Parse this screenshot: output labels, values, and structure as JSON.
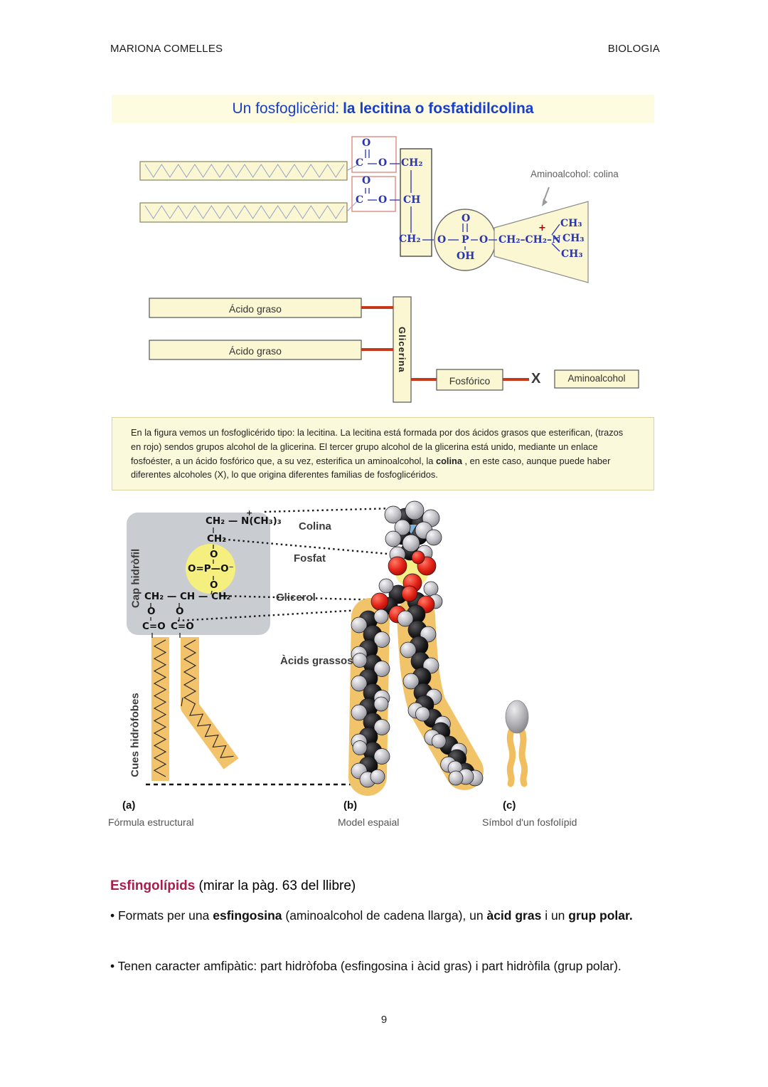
{
  "header": {
    "left": "MARIONA COMELLES",
    "right": "BIOLOGIA"
  },
  "fig1": {
    "title": {
      "prefix": "Un fosfoglicèrid:",
      "bold": "la lecitina o fosfatidilcolina"
    },
    "aminoalcohol_note": "Aminoalcohol: colina",
    "choline_chain": "CH₂–CH₂–N",
    "schematic": {
      "fatty1": "Ácido graso",
      "fatty2": "Ácido graso",
      "glycerin": "Glicerina",
      "phosphoric": "Fosfórico",
      "x": "X",
      "aminoalcohol": "Aminoalcohol"
    }
  },
  "chem": {
    "O": "O",
    "C": "C",
    "P": "P",
    "N": "N",
    "OH": "OH",
    "CH": "CH",
    "CH2": "CH₂",
    "CH3": "CH₃",
    "plus": "+"
  },
  "caption": {
    "t0": "En la figura vemos un fosfoglicérido tipo: la lecitina. La lecitina está formada por dos ácidos grasos que esterifican, (trazos en rojo) sendos grupos alcohol de la glicerina. El tercer grupo alcohol de la glicerina está unido, mediante un enlace fosfoéster, a un ácido fosfórico que, a su vez, esterifica un aminoalcohol, la ",
    "bold": "colina",
    "t1": " , en este caso, aunque puede haber diferentes alcoholes (X), lo que origina diferentes familias de fosfoglicéridos."
  },
  "fig3": {
    "head_label": "Cap hidròfil",
    "tails_label": "Cues hidròfobes",
    "choline": "Colina",
    "phosphate": "Fosfat",
    "glycerol": "Glicerol",
    "fatty_acids": "Àcids grassos",
    "formula": {
      "row1": "CH₂ — N(CH₃)₃",
      "plus": "+",
      "row2": "CH₂",
      "o": "O",
      "prow": "O=P—O⁻",
      "row3": "CH₂ — CH — CH₂",
      "co": "C=O"
    },
    "panels": {
      "a": {
        "tag": "(a)",
        "caption": "Fórmula estructural"
      },
      "b": {
        "tag": "(b)",
        "caption": "Model espaial"
      },
      "c": {
        "tag": "(c)",
        "caption": "Símbol d'un fosfolípid"
      }
    }
  },
  "body": {
    "heading": {
      "bold": "Esfingolípids",
      "rest": " (mirar la pàg. 63 del llibre)"
    },
    "b1": {
      "p0": "• Formats per una ",
      "p1": "esfingosina",
      "p2": " (aminoalcohol de cadena llarga), un ",
      "p3": "àcid gras",
      "p4": " i un ",
      "p5": "grup polar."
    },
    "b2": "• Tenen caracter amfipàtic: part hidròfoba (esfingosina i àcid gras) i part hidròfila (grup polar)."
  },
  "page": {
    "number": "9"
  },
  "colors": {
    "title_blue": "#1b3ec6",
    "chem_blue": "#2b35b0",
    "ester_red": "#dc8c7e",
    "connector_red": "#c8391b",
    "heading_maroon": "#a91d4d",
    "tail_orange": "#f2c36a",
    "banner_bg": "#fdfce0",
    "box_bg": "#faf7d2",
    "caption_bg": "#fbf9db"
  }
}
